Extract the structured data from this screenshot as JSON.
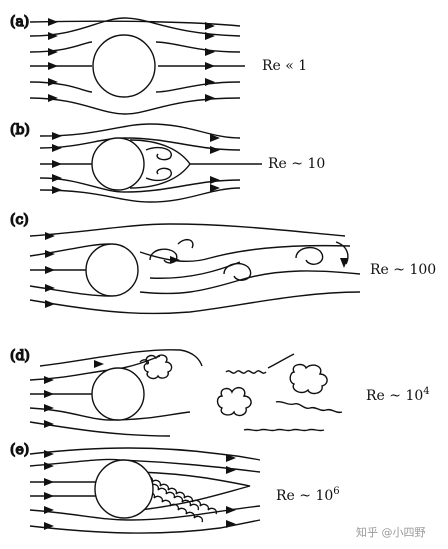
{
  "panels": [
    {
      "id": "a",
      "label": "(a)",
      "re_base": "Re « 1",
      "re_exp": ""
    },
    {
      "id": "b",
      "label": "(b)",
      "re_base": "Re ~ 10",
      "re_exp": ""
    },
    {
      "id": "c",
      "label": "(c)",
      "re_base": "Re ~ 100",
      "re_exp": ""
    },
    {
      "id": "d",
      "label": "(d)",
      "re_base": "Re ~ 10",
      "re_exp": "4"
    },
    {
      "id": "e",
      "label": "(e)",
      "re_base": "Re ~ 10",
      "re_exp": "6"
    }
  ],
  "watermark": "知乎 @小四野",
  "colors": {
    "ink": "#111111",
    "watermark": "#9a9a9a"
  }
}
